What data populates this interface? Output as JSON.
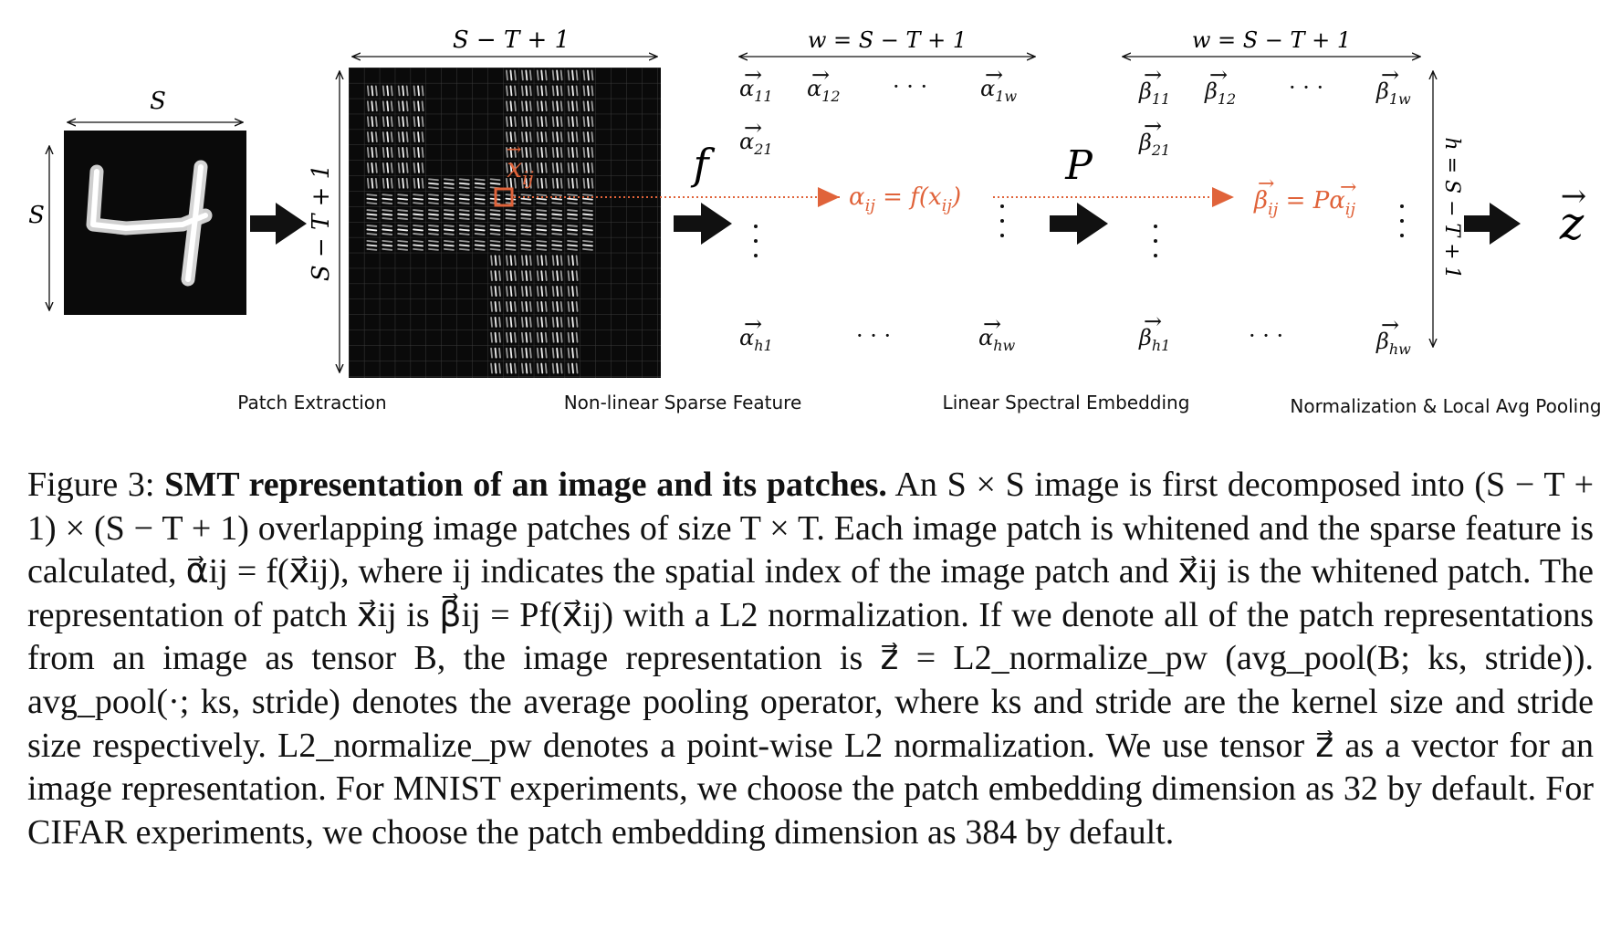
{
  "figure": {
    "dim_labels": {
      "S_top": "S",
      "S_left": "S",
      "S_T1_top": "S − T + 1",
      "S_T1_left": "S − T + 1",
      "w_alpha": "w = S − T + 1",
      "w_beta": "w = S − T + 1",
      "h_right": "h = S − T + 1"
    },
    "operators": {
      "f": "f",
      "P": "P",
      "z": "z",
      "x_ij": "x",
      "x_ij_sub": "ij"
    },
    "alpha_labels": {
      "a11": "α",
      "a11_sub": "11",
      "a12": "α",
      "a12_sub": "12",
      "a1w": "α",
      "a1w_sub": "1w",
      "a21": "α",
      "a21_sub": "21",
      "ah1": "α",
      "ah1_sub": "h1",
      "ahw": "α",
      "ahw_sub": "hw",
      "dots": "· · ·",
      "formula": "α",
      "formula_sub": "ij",
      "formula_rest": " = f(",
      "formula_x": "x",
      "formula_x_sub": "ij",
      "formula_close": ")"
    },
    "beta_labels": {
      "b11": "β",
      "b11_sub": "11",
      "b12": "β",
      "b12_sub": "12",
      "b1w": "β",
      "b1w_sub": "1w",
      "b21": "β",
      "b21_sub": "21",
      "bh1": "β",
      "bh1_sub": "h1",
      "bhw": "β",
      "bhw_sub": "hw",
      "dots": "· · ·",
      "formula": "β",
      "formula_sub": "ij",
      "formula_rest": " = P",
      "formula_a": "α",
      "formula_a_sub": "ij"
    },
    "stage_labels": {
      "patch": "Patch Extraction",
      "sparse": "Non-linear Sparse Feature",
      "spectral": "Linear Spectral Embedding",
      "norm": "Normalization & Local Avg Pooling"
    },
    "colors": {
      "accent": "#e0633a",
      "ink": "#111111",
      "image_bg": "#0a0a0a"
    }
  },
  "caption": {
    "label": "Figure 3:",
    "title": "SMT representation of an image and its patches.",
    "body": "An S × S image is first decomposed into (S − T + 1) × (S − T + 1) overlapping image patches of size T × T. Each image patch is whitened and the sparse feature is calculated, α⃗ij = f(x⃗ij), where ij indicates the spatial index of the image patch and x⃗ij is the whitened patch. The representation of patch x⃗ij is β⃗ij = Pf(x⃗ij) with a L2 normalization. If we denote all of the patch representations from an image as tensor B, the image representation is z⃗ = L2_normalize_pw (avg_pool(B; ks, stride)). avg_pool(·; ks, stride) denotes the average pooling operator, where ks and stride are the kernel size and stride size respectively. L2_normalize_pw denotes a point-wise L2 normalization. We use tensor z⃗ as a vector for an image representation. For MNIST experiments, we choose the patch embedding dimension as 32 by default. For CIFAR experiments, we choose the patch embedding dimension as 384 by default."
  }
}
